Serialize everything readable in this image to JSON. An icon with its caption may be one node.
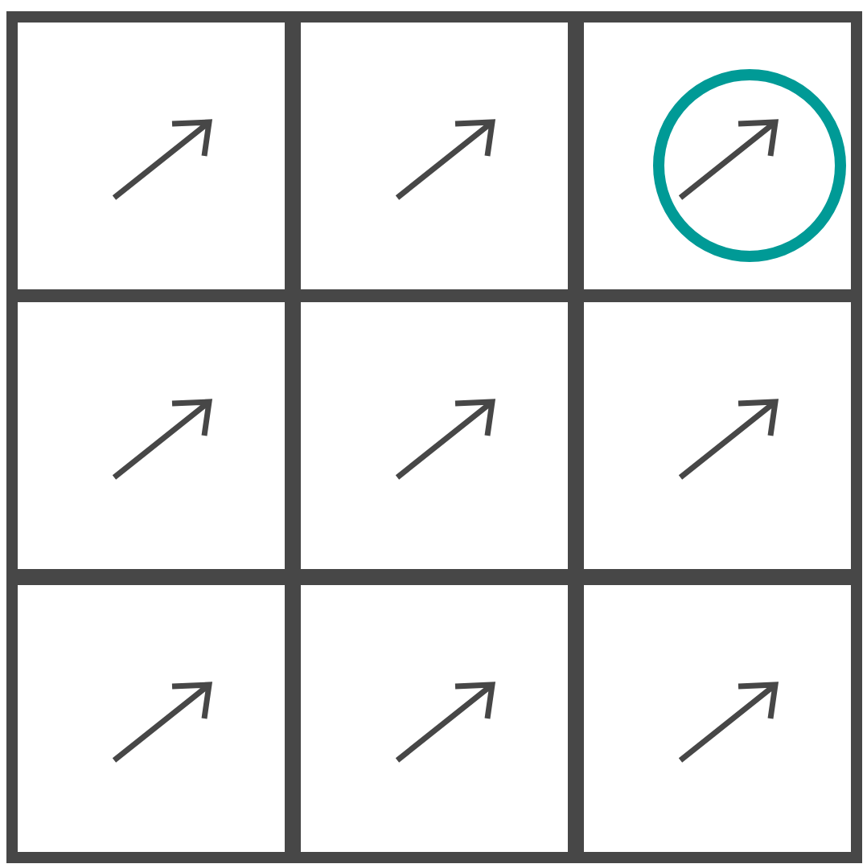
{
  "diagram": {
    "nodes": [
      {
        "text": [],
        "shape": "box"
      },
      {
        "text": [],
        "shape": "box"
      },
      {
        "text": [],
        "shape": "box"
      },
      {
        "text": [],
        "shape": "box"
      },
      {
        "text": [],
        "shape": "box"
      },
      {
        "text": [],
        "shape": "box"
      },
      {
        "text": [],
        "shape": "box"
      },
      {
        "text": [],
        "shape": "box"
      },
      {
        "text": [],
        "shape": "box"
      },
      {
        "text": [],
        "shape": "circle",
        "in": 2
      }
    ]
  }
}
